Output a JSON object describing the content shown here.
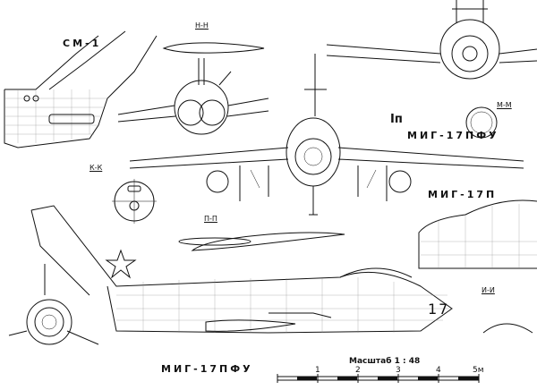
{
  "title_variant_sm1": "СМ-1",
  "title_mig17pfu_top": "МИГ-17ПФУ",
  "title_mig17p": "МИГ-17П",
  "title_mig17pfu_bottom": "МИГ-17ПФУ",
  "view_marker": "Iп",
  "tail_number": "17",
  "sections": {
    "hh": "Н-Н",
    "kk": "К-К",
    "pp": "П-П",
    "mm": "М-М",
    "ii": "И-И"
  },
  "scale": {
    "label": "Масштаб 1 : 48",
    "ticks": [
      "1",
      "2",
      "3",
      "4",
      "5м"
    ]
  }
}
